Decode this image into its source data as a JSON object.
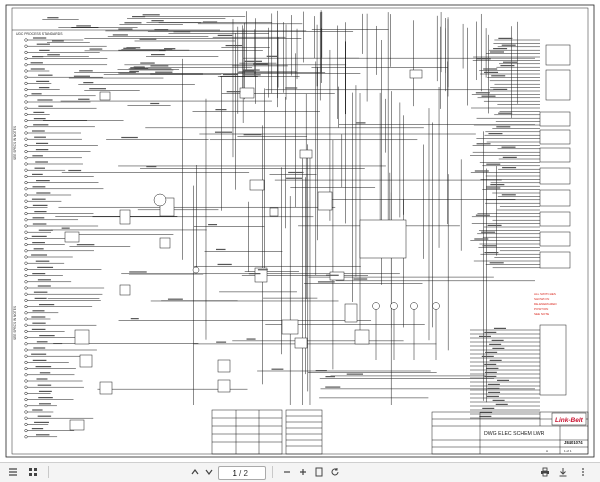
{
  "header": {
    "standards_label": "UDC PROCESS STANDARDS"
  },
  "left_margin": {
    "section_a_label": "SEE SPECS IN NOTES",
    "section_b_label": "SEE SPECS IN NOTES"
  },
  "right_side": {
    "warning_lines": [
      "ALL SWITCHES",
      "SHOWN IN",
      "DE-ENERGIZED",
      "POSITION",
      "SEE NOTE"
    ]
  },
  "title_block": {
    "logo": "Link-Belt",
    "drawing_title_line1": "DWG ELEC SCHEM LWR",
    "drawing_number": "J8401074",
    "sheet_info": "1 of 1",
    "rev_label": "A"
  },
  "toolbar": {
    "page_current": "1",
    "page_total": "/ 2"
  },
  "icons": {
    "toc": "list-icon",
    "thumbs": "grid-icon",
    "prev": "arrow-up-icon",
    "next": "arrow-down-icon",
    "zoom_in": "plus-icon",
    "zoom_out": "minus-icon",
    "fit": "fit-page-icon",
    "rotate": "rotate-icon",
    "print": "printer-icon",
    "download": "download-icon",
    "more": "more-icon"
  },
  "colors": {
    "wire": "#1a1a1a",
    "warning": "#d9261c",
    "logo": "#c8102e"
  }
}
